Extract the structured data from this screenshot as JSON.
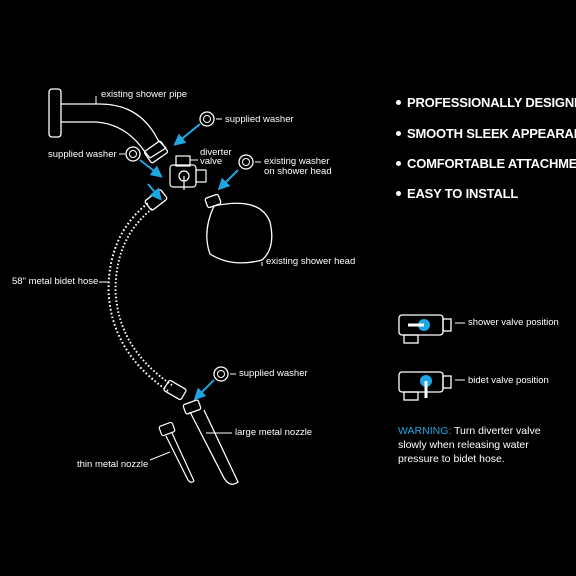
{
  "features": [
    "PROFESSIONALLY DESIGNED",
    "SMOOTH SLEEK APPEARANCE",
    "COMFORTABLE ATTACHMENTS",
    "EASY TO INSTALL"
  ],
  "labels": {
    "existing_shower_pipe": "existing shower pipe",
    "supplied_washer_top": "supplied washer",
    "supplied_washer_left": "supplied washer",
    "diverter_valve_1": "diverter",
    "diverter_valve_2": "valve",
    "existing_washer_1": "existing washer",
    "existing_washer_2": "on shower head",
    "existing_shower_head": "existing shower head",
    "metal_bidet_hose": "58\" metal bidet hose",
    "supplied_washer_bottom": "supplied washer",
    "large_metal_nozzle": "large metal nozzle",
    "thin_metal_nozzle": "thin metal nozzle",
    "shower_valve_position": "shower valve position",
    "bidet_valve_position": "bidet valve position"
  },
  "warning": {
    "label": "WARNING:",
    "text": " Turn diverter valve slowly when releasing water pressure to bidet hose."
  },
  "colors": {
    "background": "#000000",
    "accent": "#1ea6e0",
    "line": "#ffffff"
  }
}
